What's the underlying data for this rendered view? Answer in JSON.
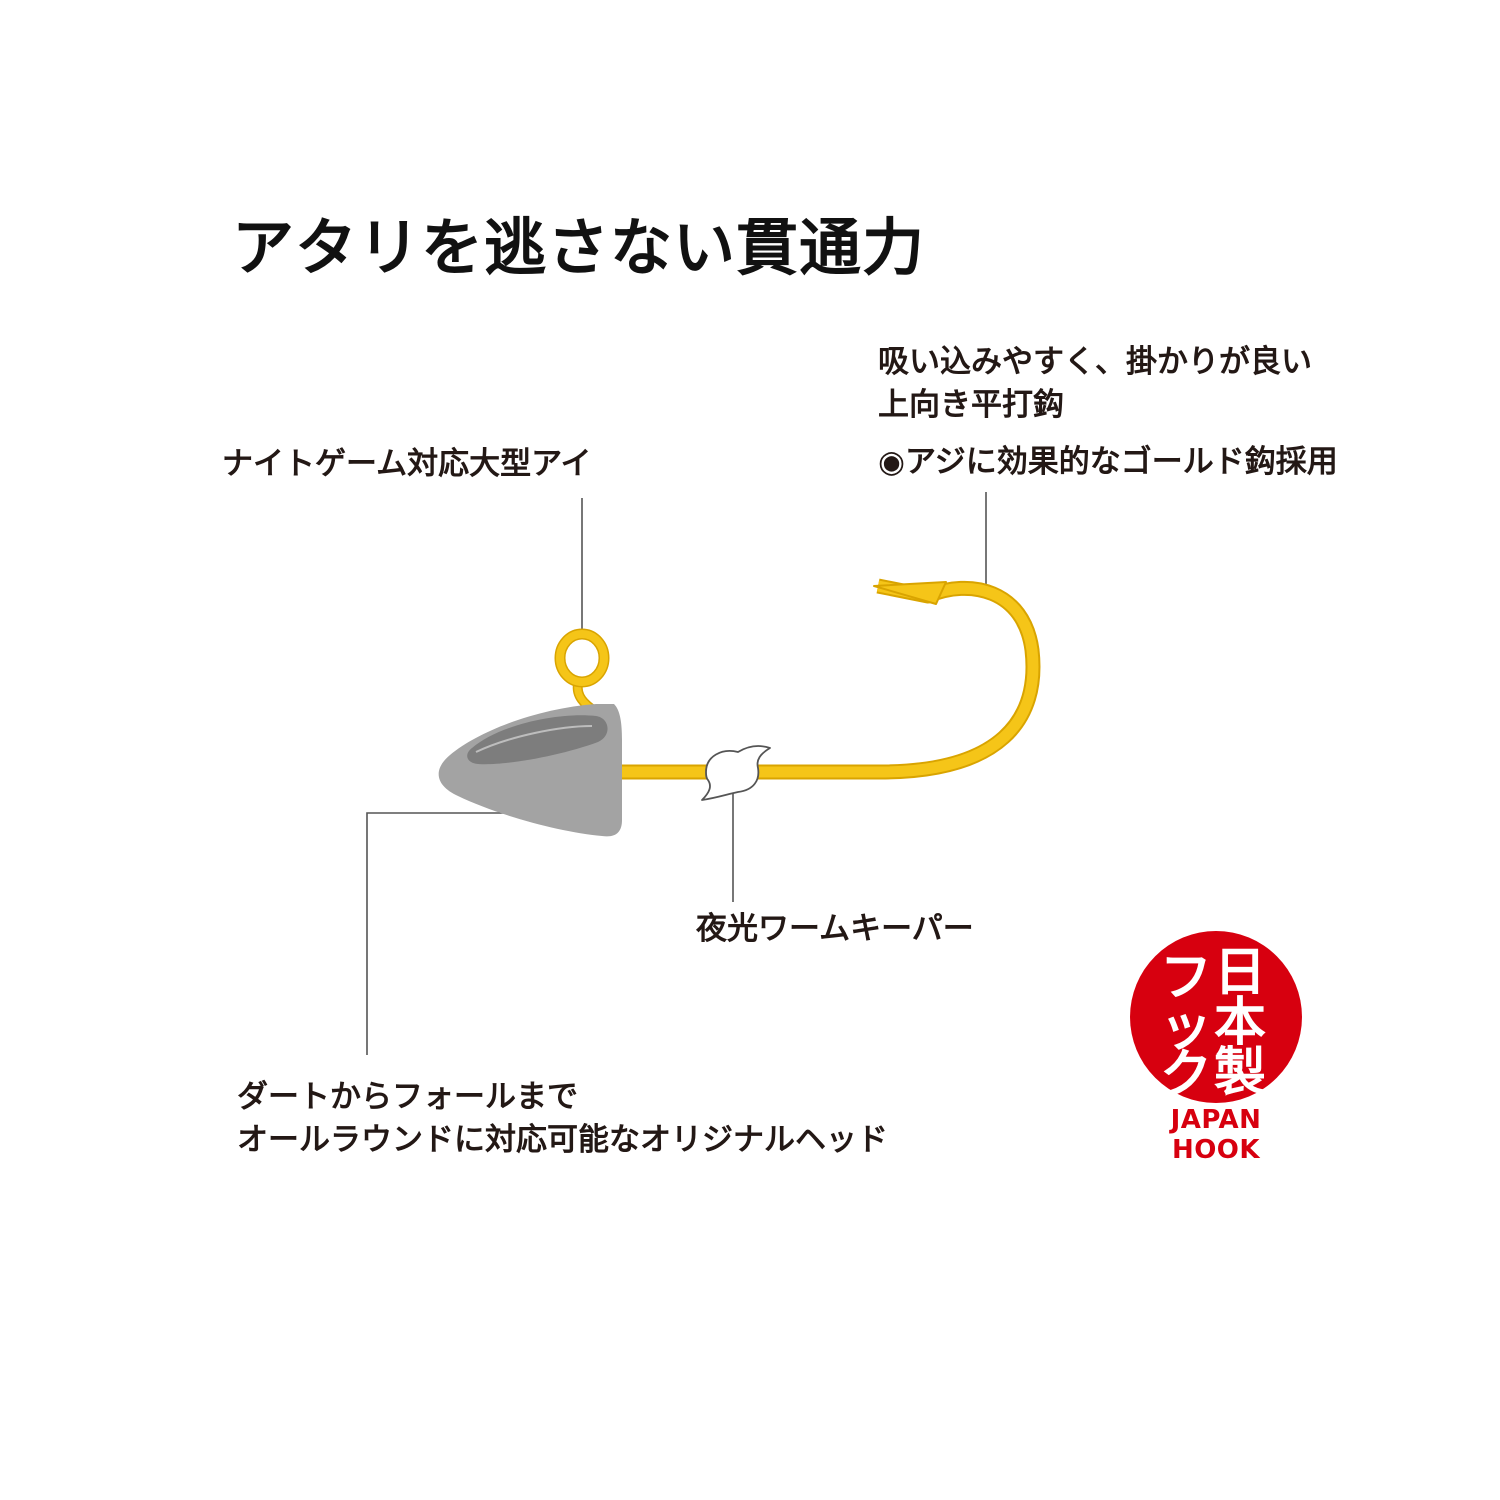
{
  "title": "アタリを逃さない貫通力",
  "labels": {
    "eye": "ナイトゲーム対応大型アイ",
    "hook_line1": "吸い込みやすく、掛かりが良い",
    "hook_line2": "上向き平打鈎",
    "hook_line3": "◉アジに効果的なゴールド鈎採用",
    "keeper": "夜光ワームキーパー",
    "head_line1": "ダートからフォールまで",
    "head_line2": "オールラウンドに対応可能なオリジナルヘッド"
  },
  "stamp": {
    "kanji": "日本製",
    "katakana": "フック",
    "english": "JAPAN HOOK"
  },
  "colors": {
    "hook_gold": "#f5c518",
    "hook_outline": "#d9a400",
    "head_gray": "#a3a3a3",
    "head_dark": "#7d7d7d",
    "stamp_red": "#d7000f",
    "text": "#231815",
    "leader": "#555555"
  }
}
